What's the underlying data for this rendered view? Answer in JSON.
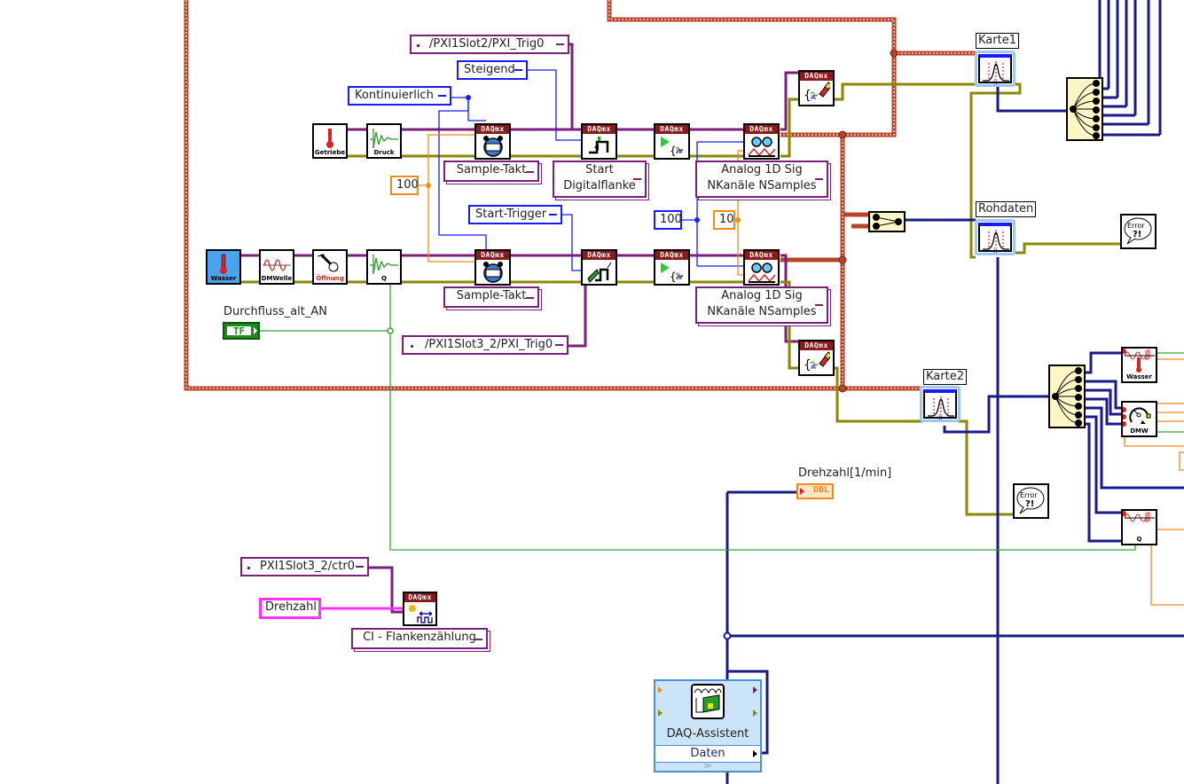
{
  "diagram": {
    "trigger_sources": {
      "card1": "/PXI1Slot2/PXI_Trig0",
      "card2": "/PXI1Slot3_2/PXI_Trig0",
      "counter": "PXI1Slot3_2/ctr0"
    },
    "constants": {
      "edge": "Steigend",
      "mode": "Kontinuierlich",
      "start_trigger": "Start-Trigger",
      "rate_card1": "100",
      "samples_read": "100",
      "timeout": "10",
      "counter_name": "Drehzahl"
    },
    "polymorphic_selectors": {
      "timing_card1": "Sample-Takt",
      "timing_card2": "Sample-Takt",
      "trigger_card1_line1": "Start",
      "trigger_card1_line2": "Digitalflanke",
      "read_card1_line1": "Analog 1D Sig",
      "read_card1_line2": "NKanäle NSamples",
      "read_card2_line1": "Analog 1D Sig",
      "read_card2_line2": "NKanäle NSamples",
      "counter_channel": "CI - Flankenzählung"
    },
    "daqmx_header": "DAQmx",
    "subvis": {
      "getriebe": "Getriebe",
      "druck": "Druck",
      "wasser": "Wasser",
      "dmwelle": "DMWelle",
      "oeffnung": "Öffnung",
      "q": "Q",
      "wasser_right": "Wasser",
      "dmw_right": "DMW",
      "q_right": "Q"
    },
    "express_vis": {
      "karte1": "Karte1",
      "rohdaten": "Rohdaten",
      "karte2": "Karte2"
    },
    "indicators": {
      "durchfluss": "Durchfluss_alt_AN",
      "durchfluss_type": "TF",
      "drehzahl": "Drehzahl[1/min]",
      "drehzahl_type": "DBL"
    },
    "error_handler_text": "Error ?!",
    "daq_assistant": {
      "title": "DAQ-Assistent",
      "output": "Daten",
      "expand": "≫"
    },
    "colors": {
      "error_wire": "#b5442a",
      "task_wire": "#7a1f7a",
      "data_wire": "#1a1a8a",
      "enum_wire": "#1a1aff",
      "numeric_wire": "#f08a1c",
      "bool_wire": "#3aa03a",
      "cluster_wire": "#8a8a00",
      "string_wire": "#ff33ff",
      "daqmx_header": "#8b1a1a"
    }
  }
}
